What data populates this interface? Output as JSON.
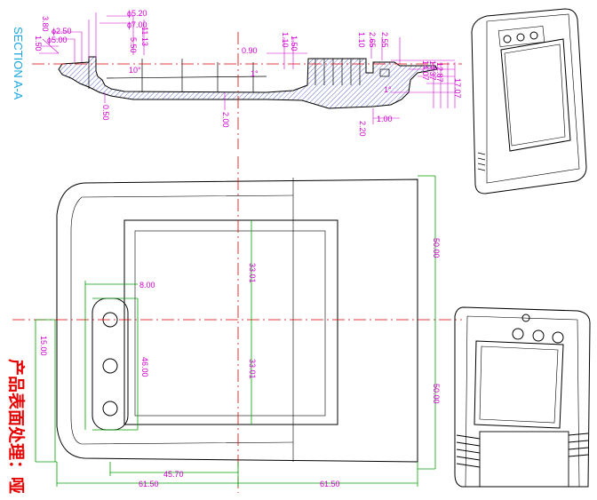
{
  "section_label": "SECTION A-A",
  "surface_note": "产品表面处理：哑",
  "section_dims": {
    "d_5_20": "ϕ5.20",
    "d_7_00": "ϕ7.00",
    "d_2_50": "ϕ2.50",
    "d_5_00": "ϕ5.00",
    "v_3_80": "3.80",
    "v_1_50": "1.50",
    "v_5_50": "5.50",
    "v_11_13": "11.13",
    "v_0_50": "0.50",
    "v_2_00": "2.00",
    "h_0_90": "0.90",
    "v_1_10a": "1.10",
    "v_1_50b": "1.50",
    "v_1_10b": "1.10",
    "v_2_65": "2.65",
    "v_2_55": "2.55",
    "v_14_07": "14.07",
    "v_14_37": "14.37",
    "v_12_87": "12.87",
    "v_17_07": "17.07",
    "v_2_20": "2.20",
    "h_1_00": "1.00",
    "angle_10": "10°",
    "angle_1a": "1°",
    "angle_1b": "1°"
  },
  "front_dims": {
    "h_8_00": "8.00",
    "v_15_00": "15.00",
    "v_46_00": "46.00",
    "v_33_01a": "33.01",
    "v_33_01b": "33.01",
    "v_50_00a": "50.00",
    "v_50_00b": "50.00",
    "h_45_70": "45.70",
    "h_61_50a": "61.50",
    "h_61_50b": "61.50"
  },
  "colors": {
    "dimension": "#d100d1",
    "centerline": "#e00000",
    "extension": "#00a000",
    "section_label": "#1aa7e0",
    "note": "#e60000"
  }
}
